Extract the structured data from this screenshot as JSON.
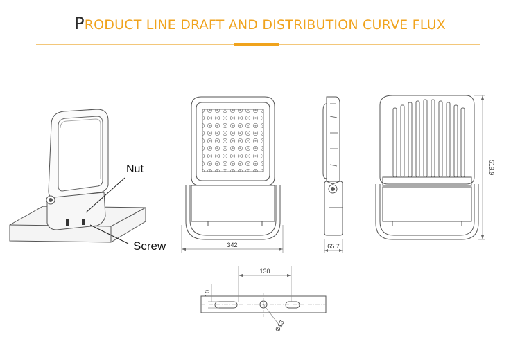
{
  "header": {
    "title_first": "P",
    "title_rest": "RODUCT LINE DRAFT AND DISTRIBUTION CURVE FLUX"
  },
  "callouts": {
    "nut": "Nut",
    "screw": "Screw"
  },
  "dimensions": {
    "front_width": "342",
    "side_depth": "65.7",
    "height": "519.9",
    "bracket_spacing": "130",
    "bracket_offset": "10",
    "hole_diameter": "Ø13"
  },
  "colors": {
    "accent": "#f0a31d",
    "line": "#555555"
  }
}
